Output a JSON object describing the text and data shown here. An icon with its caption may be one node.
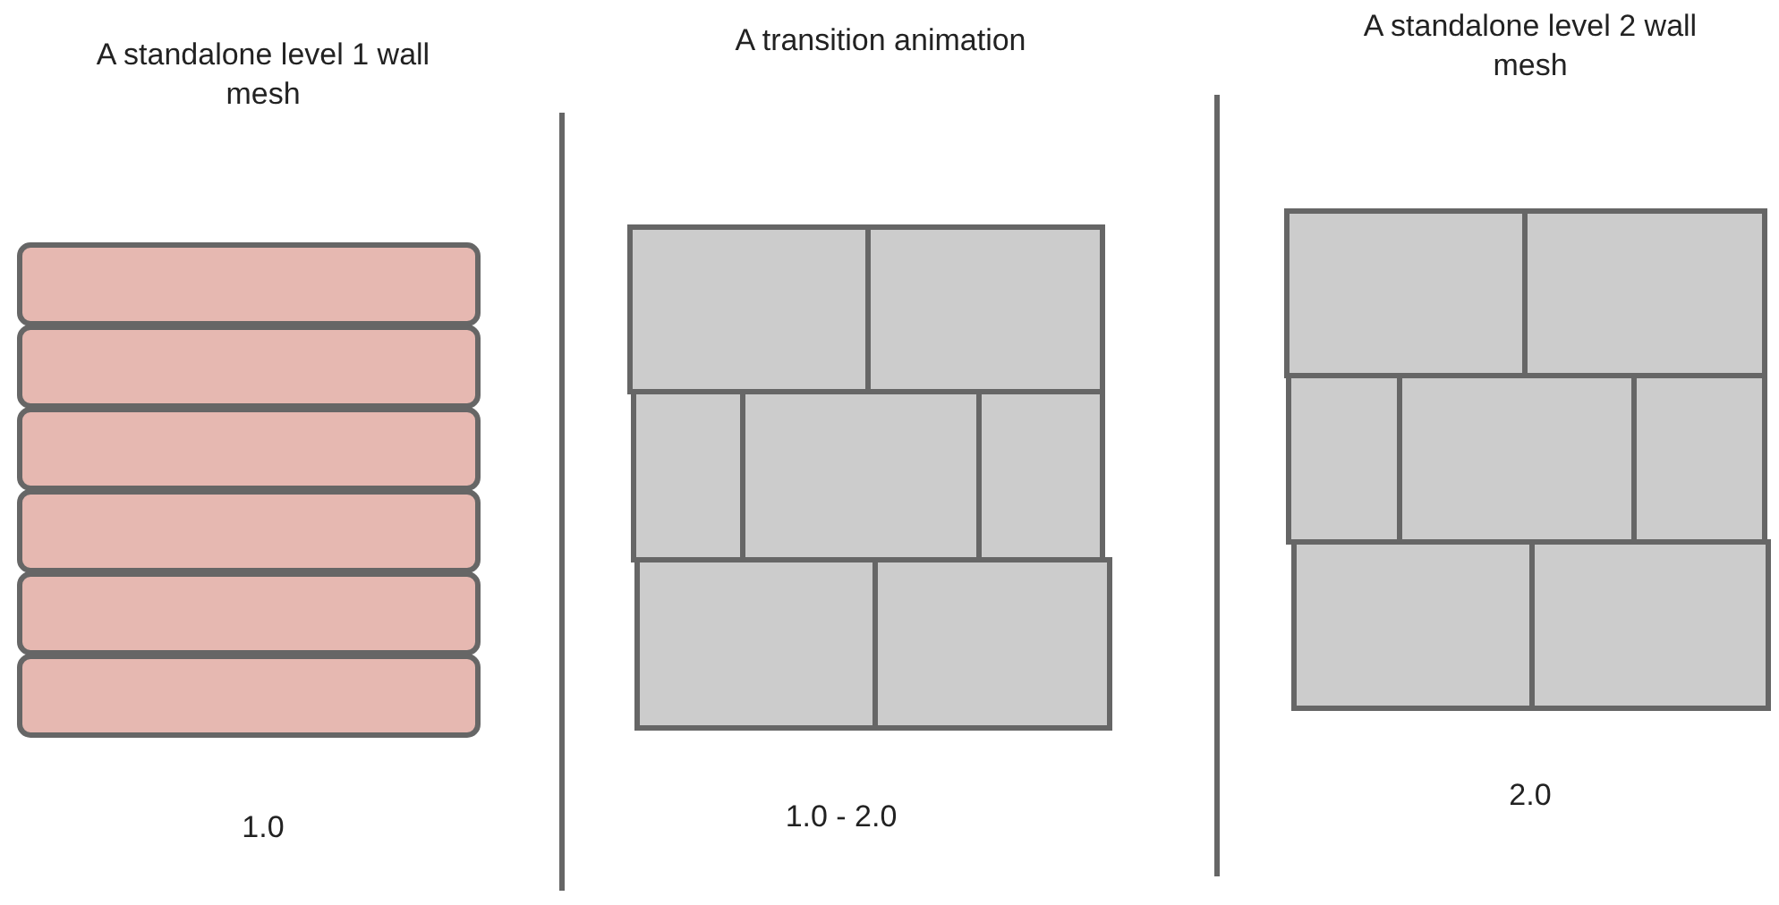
{
  "diagram": {
    "labels": [
      "A standalone level 1 wall mesh",
      "A transition animation",
      "A standalone level 2 wall mesh",
      "1.0",
      "1.0 - 2.0",
      "2.0"
    ]
  }
}
